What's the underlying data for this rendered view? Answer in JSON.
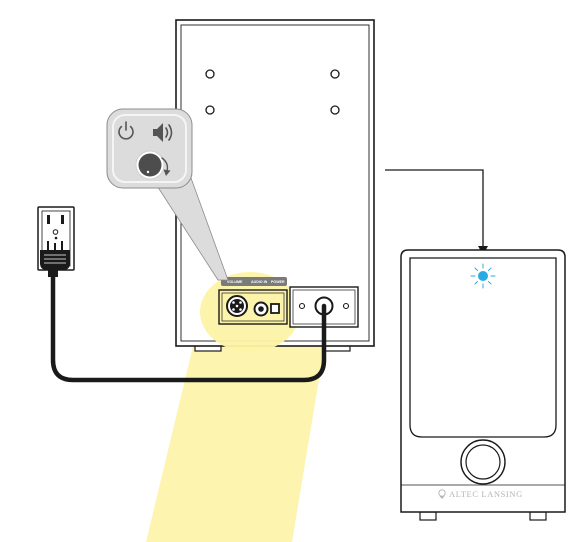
{
  "subwoofer_panel": {
    "ports": [
      "VOLUME",
      "AUDIO IN",
      "POWER"
    ]
  },
  "satellite": {
    "brand": "ALTEC LANSING"
  },
  "icons": [
    "power-icon",
    "speaker-volume-icon",
    "volume-knob-icon",
    "power-outlet-icon",
    "power-plug-icon",
    "power-led-icon"
  ],
  "colors": {
    "highlight": "#fdf3a6",
    "led": "#29abe2",
    "cable": "#1a1a1a",
    "callout": "#dcdcdc"
  }
}
